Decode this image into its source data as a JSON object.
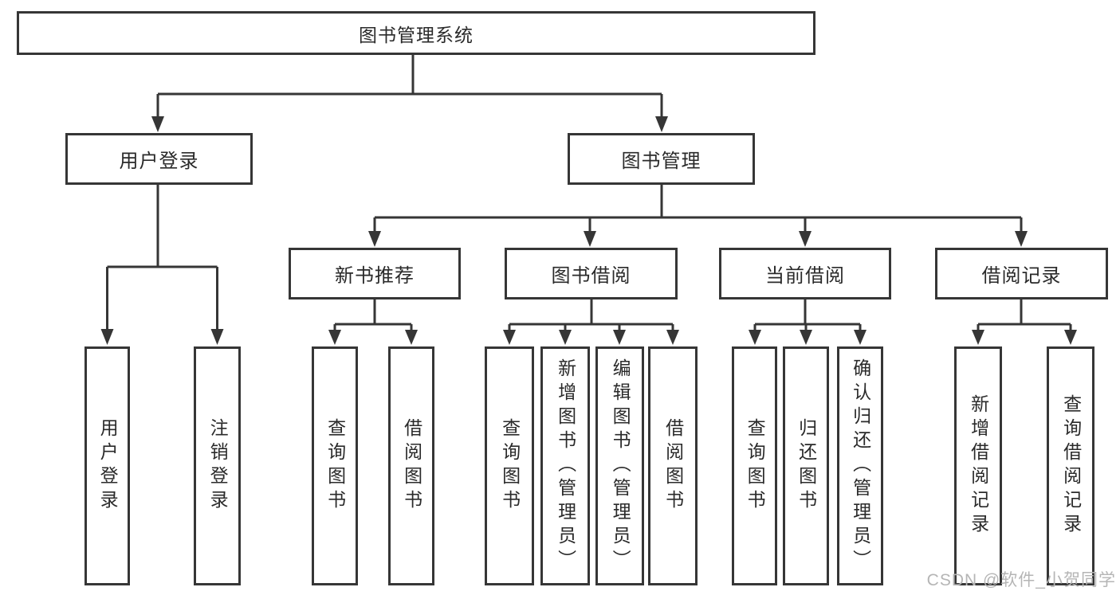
{
  "colors": {
    "line": "#363636",
    "box_border": "#363636",
    "box_background": "#ffffff",
    "watermark": "#b5b5b5"
  },
  "tree": {
    "label": "图书管理系统",
    "children": [
      {
        "label": "用户登录",
        "children": [
          {
            "label": "用户登录"
          },
          {
            "label": "注销登录"
          }
        ]
      },
      {
        "label": "图书管理",
        "children": [
          {
            "label": "新书推荐",
            "children": [
              {
                "label": "查询图书"
              },
              {
                "label": "借阅图书"
              }
            ]
          },
          {
            "label": "图书借阅",
            "children": [
              {
                "label": "查询图书"
              },
              {
                "label": "新增图书（管理员）"
              },
              {
                "label": "编辑图书（管理员）"
              },
              {
                "label": "借阅图书"
              }
            ]
          },
          {
            "label": "当前借阅",
            "children": [
              {
                "label": "查询图书"
              },
              {
                "label": "归还图书"
              },
              {
                "label": "确认归还（管理员）"
              }
            ]
          },
          {
            "label": "借阅记录",
            "children": [
              {
                "label": "新增借阅记录"
              },
              {
                "label": "查询借阅记录"
              }
            ]
          }
        ]
      }
    ]
  },
  "watermark": {
    "text": "CSDN @软件_小贺同学"
  }
}
